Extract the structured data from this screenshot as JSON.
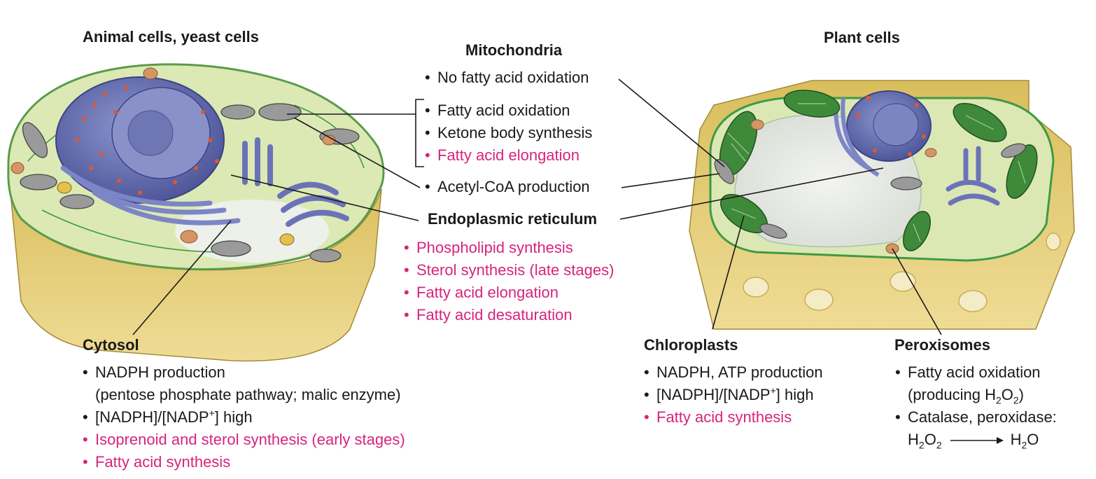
{
  "headings": {
    "animal": "Animal cells, yeast cells",
    "plant": "Plant cells"
  },
  "mitochondria": {
    "title": "Mitochondria",
    "item_no_oxidation": "No fatty acid oxidation",
    "animal_items": [
      {
        "text": "Fatty acid oxidation",
        "color": "black"
      },
      {
        "text": "Ketone body synthesis",
        "color": "black"
      },
      {
        "text": "Fatty acid elongation",
        "color": "pink"
      }
    ],
    "item_acetyl": "Acetyl-CoA production"
  },
  "er": {
    "title": "Endoplasmic reticulum",
    "items": [
      "Phospholipid synthesis",
      "Sterol synthesis (late stages)",
      "Fatty acid elongation",
      "Fatty acid desaturation"
    ]
  },
  "cytosol": {
    "title": "Cytosol",
    "item1_line1": "NADPH production",
    "item1_line2": "(pentose phosphate pathway; malic enzyme)",
    "item2_prefix": "[NADPH]/[NADP",
    "item2_sup": "+",
    "item2_suffix": "] high",
    "item3": "Isoprenoid and sterol synthesis (early stages)",
    "item4": "Fatty acid synthesis"
  },
  "chloroplasts": {
    "title": "Chloroplasts",
    "item1": "NADPH, ATP production",
    "item2_prefix": "[NADPH]/[NADP",
    "item2_sup": "+",
    "item2_suffix": "] high",
    "item3": "Fatty acid synthesis"
  },
  "peroxisomes": {
    "title": "Peroxisomes",
    "item1_line1": "Fatty acid oxidation",
    "item1_line2_prefix": "(producing H",
    "item1_line2_sub1": "2",
    "item1_line2_mid": "O",
    "item1_line2_sub2": "2",
    "item1_line2_suffix": ")",
    "item2_line1": "Catalase, peroxidase:",
    "reaction_lhs_h": "H",
    "reaction_lhs_sub1": "2",
    "reaction_lhs_o": "O",
    "reaction_lhs_sub2": "2",
    "reaction_rhs_h": "H",
    "reaction_rhs_sub": "2",
    "reaction_rhs_o": "O"
  },
  "colors": {
    "pink": "#d6247e",
    "text": "#1a1a1a",
    "cell_wall_yellow": "#e8cf73",
    "cytoplasm_green": "#dbe8b0",
    "nucleus_blue": "#6f78b8",
    "chloroplast_green": "#3f8a3a",
    "vacuole_gray": "#e8ebe6"
  }
}
